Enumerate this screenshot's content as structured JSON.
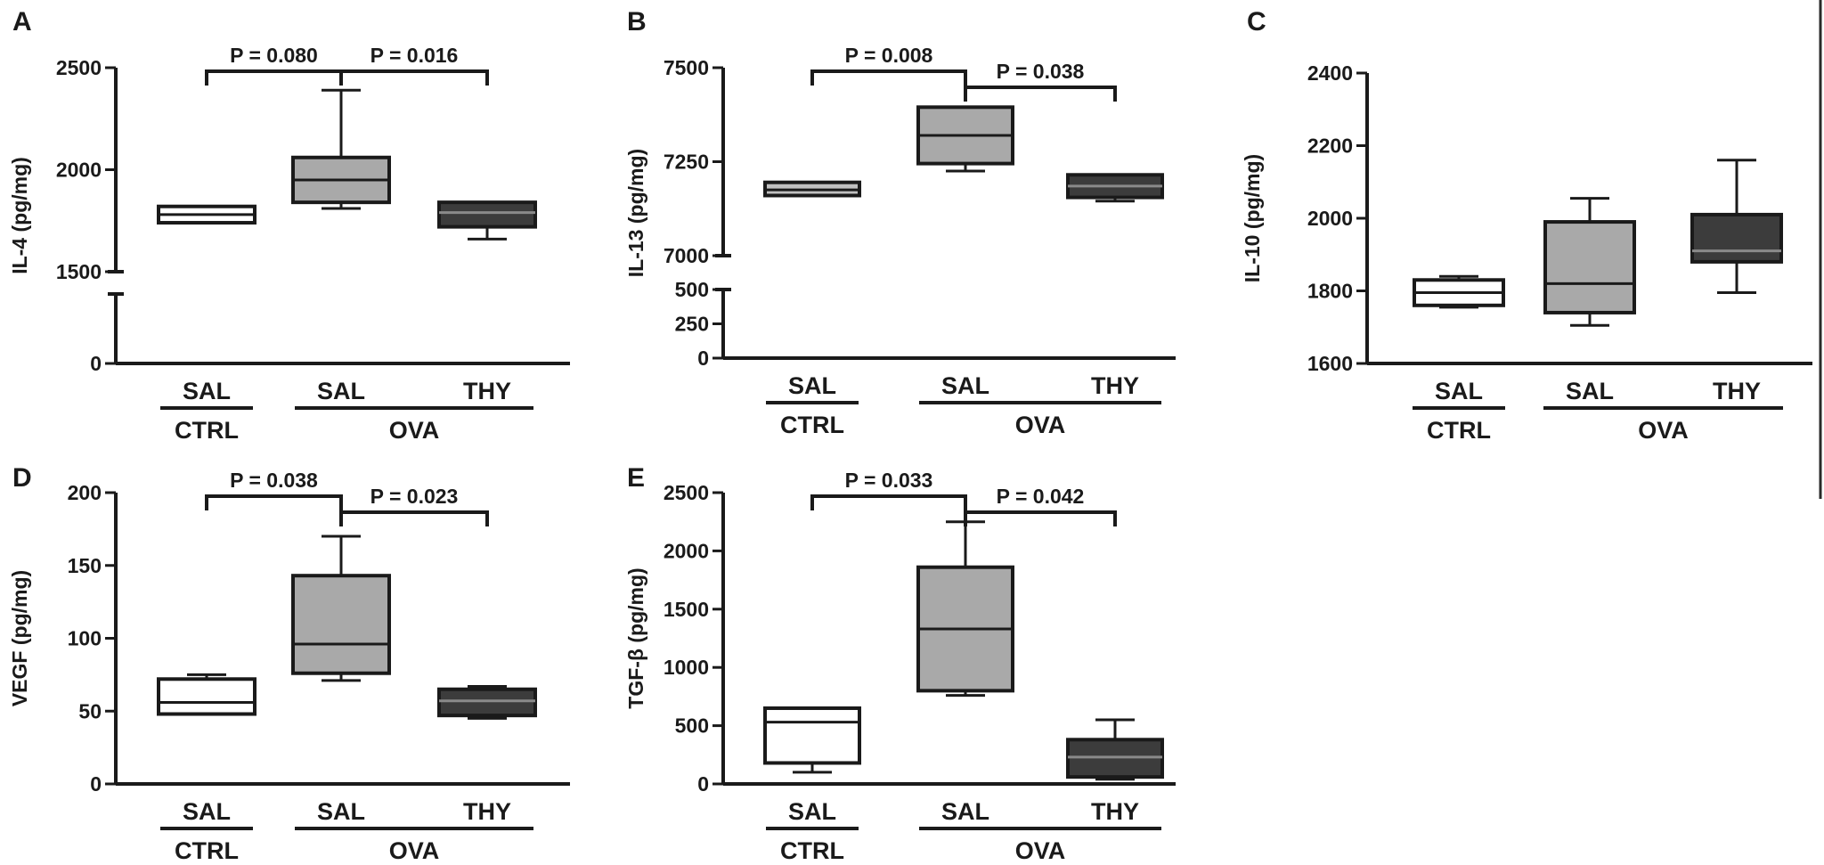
{
  "chart_data": [
    {
      "type": "box",
      "panel": "A",
      "ylabel": "IL-4 (pg/mg)",
      "y_axis_break": {
        "lower": [
          0,
          1500
        ],
        "upper": [
          1500,
          2500
        ]
      },
      "yticks": [
        "0",
        "1500",
        "2000",
        "2500"
      ],
      "categories": [
        "SAL",
        "SAL",
        "THY"
      ],
      "groups": [
        {
          "label": "CTRL",
          "span": [
            0,
            0
          ]
        },
        {
          "label": "OVA",
          "span": [
            1,
            2
          ]
        }
      ],
      "boxes": [
        {
          "category": "SAL",
          "group": "CTRL",
          "min": 1740,
          "q1": 1740,
          "median": 1780,
          "q3": 1820,
          "max": 1820,
          "fill": "#ffffff"
        },
        {
          "category": "SAL",
          "group": "OVA",
          "min": 1810,
          "q1": 1840,
          "median": 1950,
          "q3": 2060,
          "max": 2390,
          "fill": "#a9a9a9"
        },
        {
          "category": "THY",
          "group": "OVA",
          "min": 1660,
          "q1": 1720,
          "median": 1790,
          "q3": 1840,
          "max": 1840,
          "fill": "#3c3c3c"
        }
      ],
      "comparisons": [
        {
          "from": 0,
          "to": 1,
          "text": "P = 0.080"
        },
        {
          "from": 1,
          "to": 2,
          "text": "P = 0.016"
        }
      ]
    },
    {
      "type": "box",
      "panel": "B",
      "ylabel": "IL-13 (pg/mg)",
      "y_axis_break": {
        "lower": [
          0,
          500
        ],
        "upper": [
          7000,
          7500
        ]
      },
      "yticks": [
        "0",
        "250",
        "500",
        "7000",
        "7250",
        "7500"
      ],
      "categories": [
        "SAL",
        "SAL",
        "THY"
      ],
      "groups": [
        {
          "label": "CTRL",
          "span": [
            0,
            0
          ]
        },
        {
          "label": "OVA",
          "span": [
            1,
            2
          ]
        }
      ],
      "boxes": [
        {
          "category": "SAL",
          "group": "CTRL",
          "min": 7160,
          "q1": 7160,
          "median": 7175,
          "q3": 7195,
          "max": 7195,
          "fill": "#c0c0c0"
        },
        {
          "category": "SAL",
          "group": "OVA",
          "min": 7225,
          "q1": 7245,
          "median": 7320,
          "q3": 7395,
          "max": 7395,
          "fill": "#a9a9a9"
        },
        {
          "category": "THY",
          "group": "OVA",
          "min": 7145,
          "q1": 7155,
          "median": 7185,
          "q3": 7215,
          "max": 7215,
          "fill": "#3c3c3c"
        }
      ],
      "comparisons": [
        {
          "from": 0,
          "to": 1,
          "text": "P = 0.008"
        },
        {
          "from": 1,
          "to": 2,
          "text": "P = 0.038"
        }
      ]
    },
    {
      "type": "box",
      "panel": "C",
      "ylabel": "IL-10 (pg/mg)",
      "ylim": [
        1600,
        2400
      ],
      "yticks": [
        "1600",
        "1800",
        "2000",
        "2200",
        "2400"
      ],
      "categories": [
        "SAL",
        "SAL",
        "THY"
      ],
      "groups": [
        {
          "label": "CTRL",
          "span": [
            0,
            0
          ]
        },
        {
          "label": "OVA",
          "span": [
            1,
            2
          ]
        }
      ],
      "boxes": [
        {
          "category": "SAL",
          "group": "CTRL",
          "min": 1755,
          "q1": 1760,
          "median": 1795,
          "q3": 1830,
          "max": 1840,
          "fill": "#ffffff"
        },
        {
          "category": "SAL",
          "group": "OVA",
          "min": 1705,
          "q1": 1740,
          "median": 1820,
          "q3": 1990,
          "max": 2055,
          "fill": "#a9a9a9"
        },
        {
          "category": "THY",
          "group": "OVA",
          "min": 1795,
          "q1": 1880,
          "median": 1910,
          "q3": 2010,
          "max": 2160,
          "fill": "#3c3c3c"
        }
      ],
      "comparisons": []
    },
    {
      "type": "box",
      "panel": "D",
      "ylabel": "VEGF (pg/mg)",
      "ylim": [
        0,
        200
      ],
      "yticks": [
        "0",
        "50",
        "100",
        "150",
        "200"
      ],
      "categories": [
        "SAL",
        "SAL",
        "THY"
      ],
      "groups": [
        {
          "label": "CTRL",
          "span": [
            0,
            0
          ]
        },
        {
          "label": "OVA",
          "span": [
            1,
            2
          ]
        }
      ],
      "boxes": [
        {
          "category": "SAL",
          "group": "CTRL",
          "min": 48,
          "q1": 48,
          "median": 56,
          "q3": 72,
          "max": 75,
          "fill": "#ffffff"
        },
        {
          "category": "SAL",
          "group": "OVA",
          "min": 71,
          "q1": 76,
          "median": 96,
          "q3": 143,
          "max": 170,
          "fill": "#a9a9a9"
        },
        {
          "category": "THY",
          "group": "OVA",
          "min": 45,
          "q1": 47,
          "median": 57,
          "q3": 65,
          "max": 67,
          "fill": "#3c3c3c"
        }
      ],
      "comparisons": [
        {
          "from": 0,
          "to": 1,
          "text": "P = 0.038"
        },
        {
          "from": 1,
          "to": 2,
          "text": "P = 0.023"
        }
      ]
    },
    {
      "type": "box",
      "panel": "E",
      "ylabel": "TGF-β (pg/mg)",
      "ylim": [
        0,
        2500
      ],
      "yticks": [
        "0",
        "500",
        "1000",
        "1500",
        "2000",
        "2500"
      ],
      "categories": [
        "SAL",
        "SAL",
        "THY"
      ],
      "groups": [
        {
          "label": "CTRL",
          "span": [
            0,
            0
          ]
        },
        {
          "label": "OVA",
          "span": [
            1,
            2
          ]
        }
      ],
      "boxes": [
        {
          "category": "SAL",
          "group": "CTRL",
          "min": 100,
          "q1": 180,
          "median": 530,
          "q3": 650,
          "max": 650,
          "fill": "#ffffff"
        },
        {
          "category": "SAL",
          "group": "OVA",
          "min": 760,
          "q1": 800,
          "median": 1330,
          "q3": 1860,
          "max": 2250,
          "fill": "#a9a9a9"
        },
        {
          "category": "THY",
          "group": "OVA",
          "min": 40,
          "q1": 60,
          "median": 230,
          "q3": 380,
          "max": 550,
          "fill": "#3c3c3c"
        }
      ],
      "comparisons": [
        {
          "from": 0,
          "to": 1,
          "text": "P = 0.033"
        },
        {
          "from": 1,
          "to": 2,
          "text": "P = 0.042"
        }
      ]
    }
  ]
}
